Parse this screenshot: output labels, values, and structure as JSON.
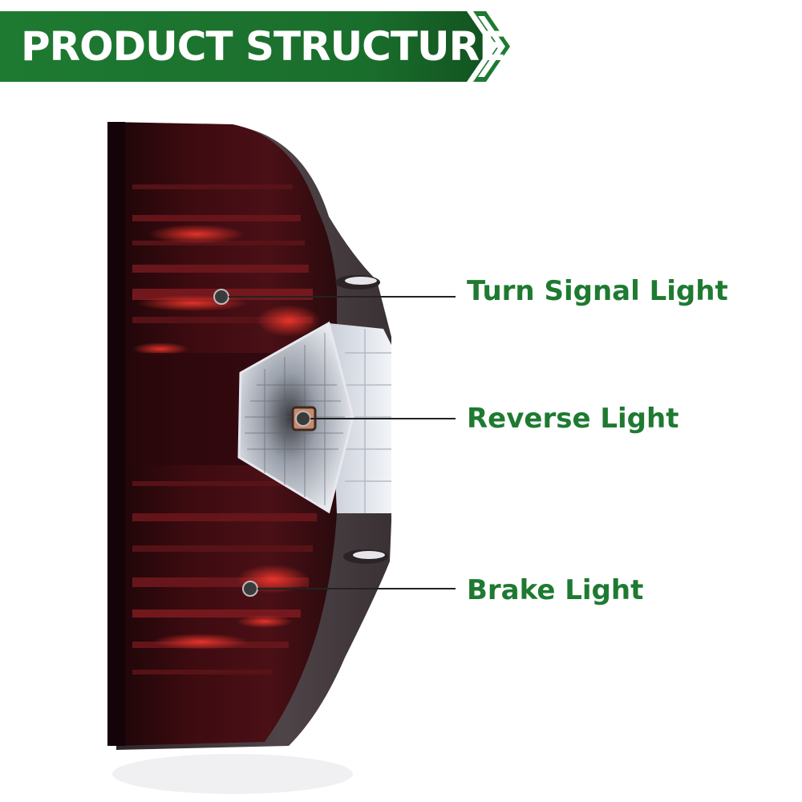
{
  "header": {
    "title": "PRODUCT STRUCTURE",
    "band_color": "#1e7a31",
    "band_dark_color": "#12521f"
  },
  "callouts": [
    {
      "label": "Turn Signal Light"
    },
    {
      "label": "Reverse Light"
    },
    {
      "label": "Brake Light"
    }
  ],
  "colors": {
    "label": "#1e7a31",
    "leader_line": "#222222",
    "lens_dark_red": "#3a0a0e",
    "lens_red": "#8a1a1e",
    "housing_gray": "#4a4044",
    "reverse_lens": "#d8dce4"
  }
}
